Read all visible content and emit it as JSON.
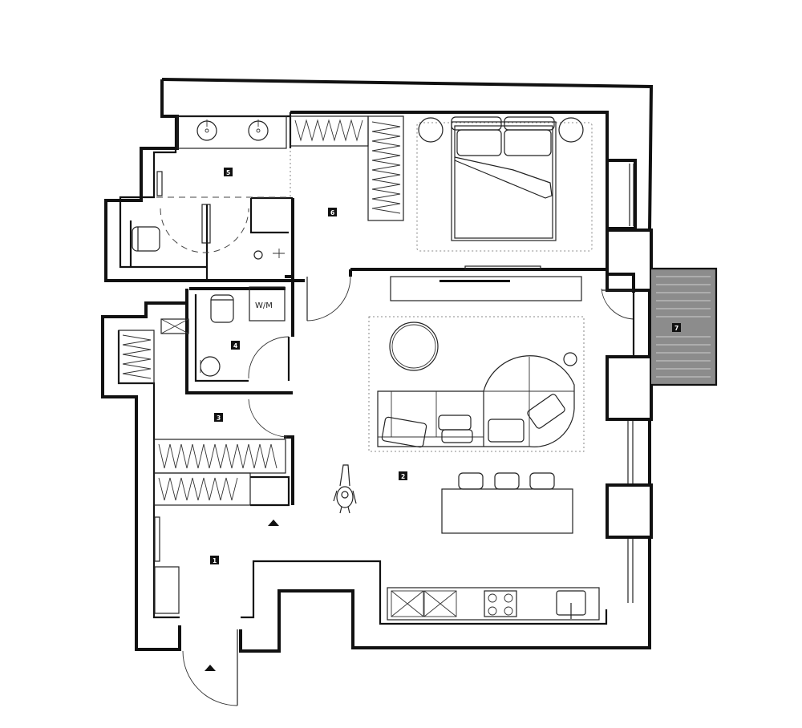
{
  "room_tags": [
    "1",
    "2",
    "3",
    "4",
    "5",
    "6",
    "7"
  ],
  "labels": {
    "washing_machine": "W/M"
  },
  "colors": {
    "wall": "#111111",
    "balcony": "#8c8c8c",
    "background": "#ffffff"
  },
  "icons": [
    "entry-arrow-icon",
    "person-figure-icon"
  ]
}
